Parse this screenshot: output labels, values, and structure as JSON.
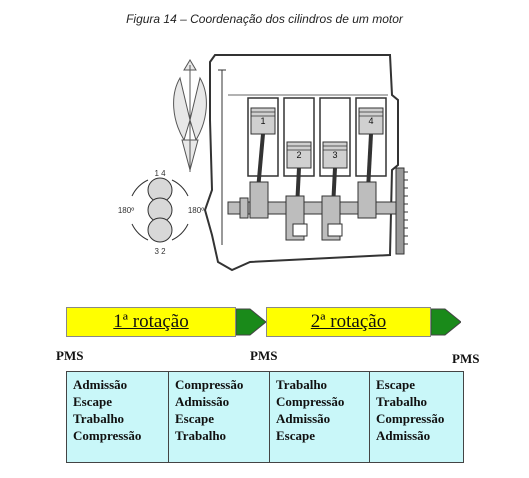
{
  "caption": "Figura 14 – Coordenação dos cilindros de um motor",
  "firing_diagram": {
    "top": "1 4",
    "bottom": "3 2",
    "left": "180º",
    "right": "180º"
  },
  "cylinders": [
    "1",
    "2",
    "3",
    "4"
  ],
  "rotations": {
    "first": "1ª rotação",
    "second": "2ª rotação"
  },
  "pms": [
    "PMS",
    "PMS",
    "PMS"
  ],
  "strokes": [
    [
      "Admissão",
      "Escape",
      "Trabalho",
      "Compressão"
    ],
    [
      "Compressão",
      "Admissão",
      "Escape",
      "Trabalho"
    ],
    [
      "Trabalho",
      "Compressão",
      "Admissão",
      "Escape"
    ],
    [
      "Escape",
      "Trabalho",
      "Compressão",
      "Admissão"
    ]
  ],
  "colors": {
    "rotation_bar": "#ffff00",
    "arrow": "#1a8a1a",
    "table": "#c9f7f9"
  }
}
